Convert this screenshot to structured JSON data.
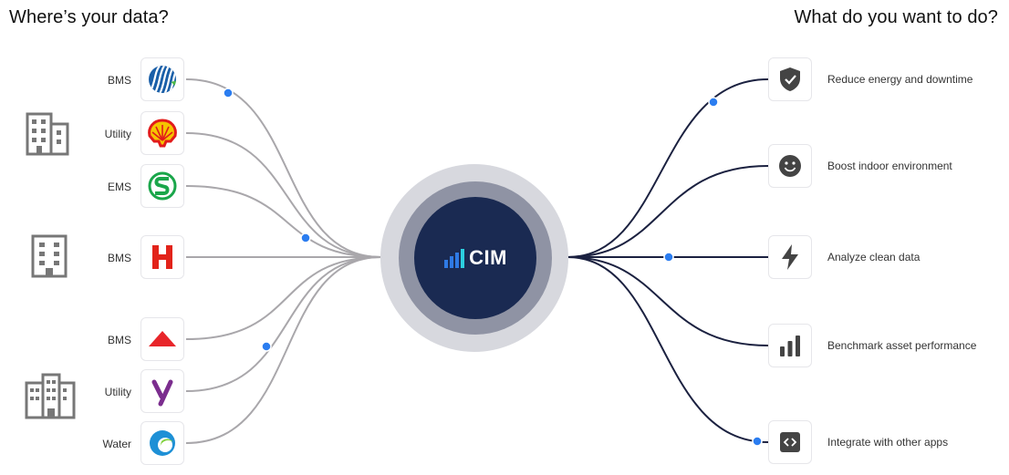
{
  "headings": {
    "left": "Where’s your data?",
    "right": "What do you want to do?"
  },
  "sources": [
    {
      "label": "BMS",
      "icon": "stripes-globe-logo-icon"
    },
    {
      "label": "Utility",
      "icon": "shell-logo-icon"
    },
    {
      "label": "EMS",
      "icon": "green-s-logo-icon"
    },
    {
      "label": "BMS",
      "icon": "red-h-logo-icon"
    },
    {
      "label": "BMS",
      "icon": "red-triangle-logo-icon"
    },
    {
      "label": "Utility",
      "icon": "purple-y-logo-icon"
    },
    {
      "label": "Water",
      "icon": "blue-swirl-logo-icon"
    }
  ],
  "buildings": [
    "office-building-icon",
    "small-building-icon",
    "apartment-buildings-icon"
  ],
  "hub": {
    "label": "CIM",
    "icon": "bar-chart-logo-icon"
  },
  "goals": [
    {
      "label": "Reduce energy and downtime",
      "icon": "shield-check-icon"
    },
    {
      "label": "Boost indoor environment",
      "icon": "smiley-face-icon"
    },
    {
      "label": "Analyze clean data",
      "icon": "lightning-bolt-icon"
    },
    {
      "label": "Benchmark asset performance",
      "icon": "bar-chart-icon"
    },
    {
      "label": "Integrate with other apps",
      "icon": "code-brackets-icon"
    }
  ],
  "colors": {
    "source_wire": "#a9a7ab",
    "goal_wire": "#1b2140",
    "dot": "#2b7df0",
    "hub": "#1a2a52"
  }
}
